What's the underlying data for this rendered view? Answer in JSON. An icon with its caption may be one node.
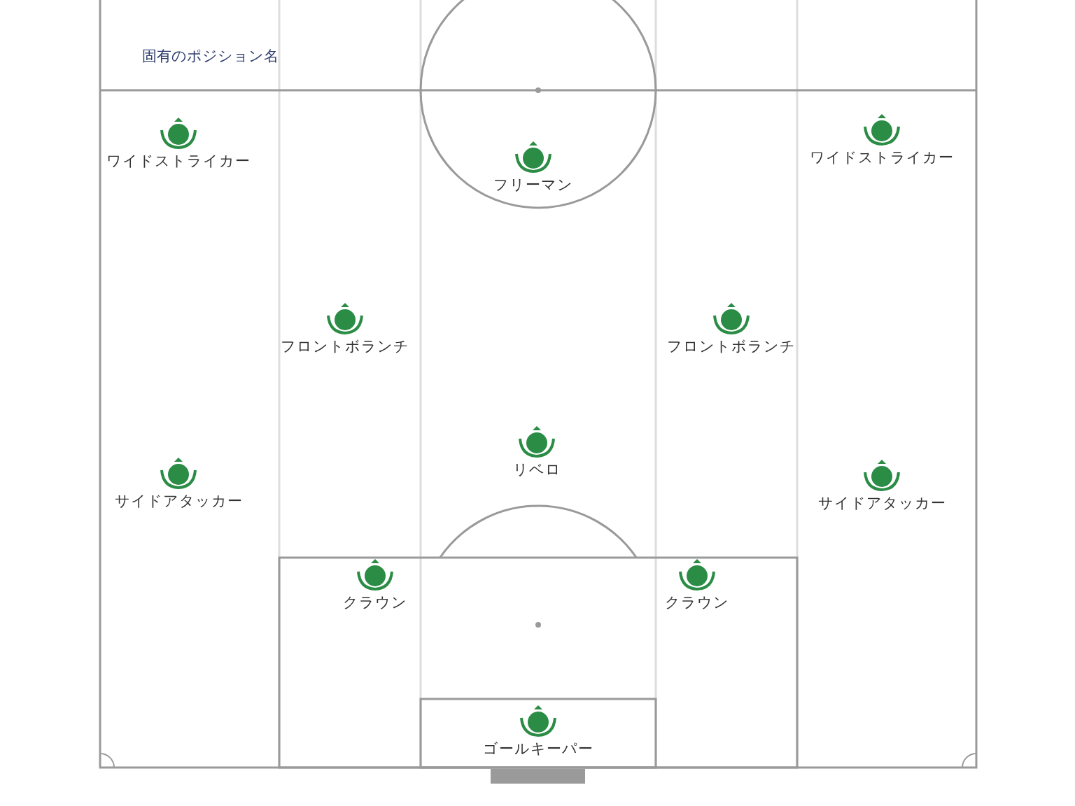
{
  "diagram": {
    "nodes": [
      {
        "text": [
          "ワイドストライカー"
        ]
      },
      {
        "text": [
          "フリーマン"
        ]
      },
      {
        "text": [
          "ワイドストライカー"
        ]
      },
      {
        "text": [
          "フロントボランチ"
        ]
      },
      {
        "text": [
          "フロントボランチ"
        ]
      },
      {
        "text": [
          "リベロ"
        ]
      },
      {
        "text": [
          "サイドアタッカー"
        ]
      },
      {
        "text": [
          "サイドアタッカー"
        ]
      },
      {
        "text": [
          "クラウン"
        ]
      },
      {
        "text": [
          "クラウン"
        ]
      },
      {
        "text": [
          "ゴールキーパー"
        ]
      }
    ],
    "labels": [
      "固有のポジション名"
    ]
  }
}
